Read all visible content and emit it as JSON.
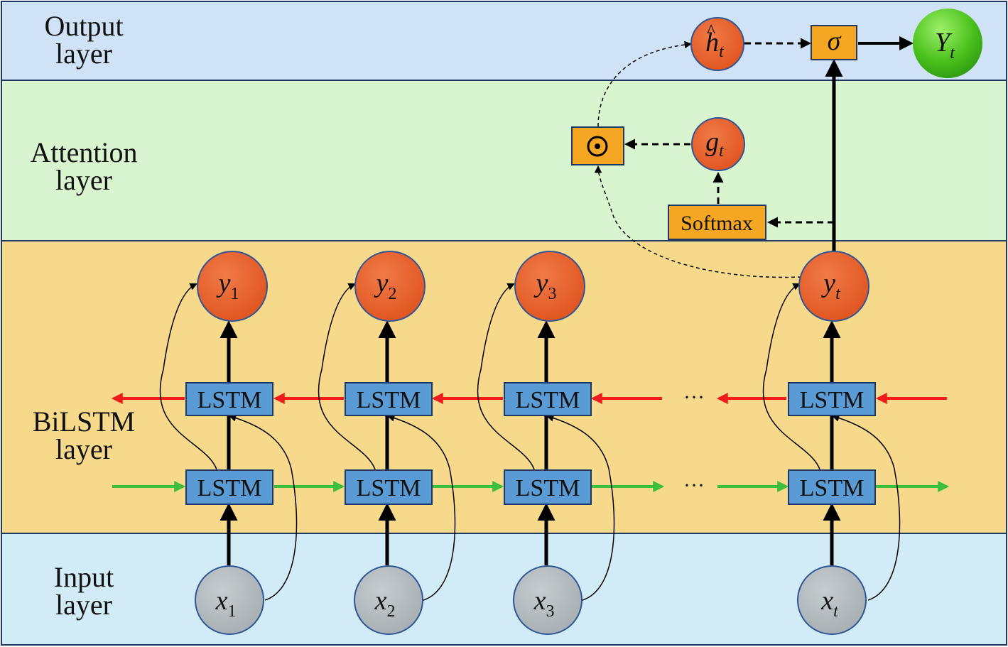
{
  "layers": {
    "output": [
      "Output",
      "layer"
    ],
    "attention": [
      "Attention",
      "layer"
    ],
    "bilstm": [
      "BiLSTM",
      "layer"
    ],
    "input": [
      "Input",
      "layer"
    ]
  },
  "lstm_label": "LSTM",
  "softmax_label": "Softmax",
  "sigma_label": "σ",
  "multiply_symbol": "⊙",
  "ellipsis": "···",
  "nodes": {
    "inputs": [
      {
        "var": "x",
        "sub": "1"
      },
      {
        "var": "x",
        "sub": "2"
      },
      {
        "var": "x",
        "sub": "3"
      },
      {
        "var": "x",
        "sub": "t"
      }
    ],
    "outputs": [
      {
        "var": "y",
        "sub": "1"
      },
      {
        "var": "y",
        "sub": "2"
      },
      {
        "var": "y",
        "sub": "3"
      },
      {
        "var": "y",
        "sub": "t"
      }
    ],
    "g": {
      "var": "g",
      "sub": "t"
    },
    "h_hat": {
      "var": "h",
      "sub": "t",
      "accent": "^"
    },
    "Y": {
      "var": "Y",
      "sub": "t"
    }
  },
  "colors": {
    "output_band": "#cfe2f6",
    "attention_band": "#d9f5d0",
    "bilstm_band": "#f7d98c",
    "input_band": "#d2ecf7",
    "band_border": "#1f3864",
    "lstm_fill": "#5b9bd5",
    "lstm_border": "#1f3864",
    "orange_box": "#f5a623",
    "red_node": "#e8602c",
    "gray_node": "#b4bcbf",
    "node_border": "#2f5597",
    "green_node": "#4cc21d",
    "forward_arrow": "#3dbf3d",
    "backward_arrow": "#ee1c1c"
  }
}
